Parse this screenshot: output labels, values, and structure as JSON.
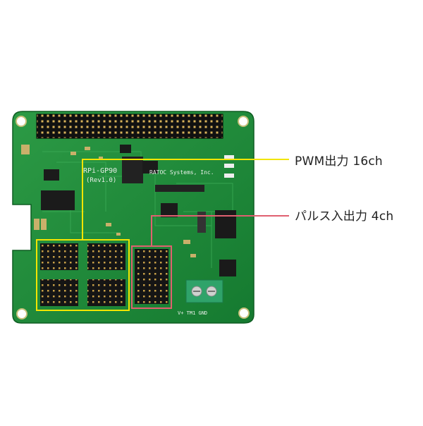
{
  "callouts": {
    "pwm": {
      "label": "PWM出力 16ch",
      "color": "#f2e500"
    },
    "pulse": {
      "label": "パルス入出力 4ch",
      "color": "#e06070"
    }
  },
  "board": {
    "model": "RPi-GP90",
    "revision": "(Rev1.0)",
    "maker": "RATOC Systems, Inc.",
    "bottom_terminal_label": "V+ TM1 GND",
    "pcb_color": "#1f8a3a"
  }
}
